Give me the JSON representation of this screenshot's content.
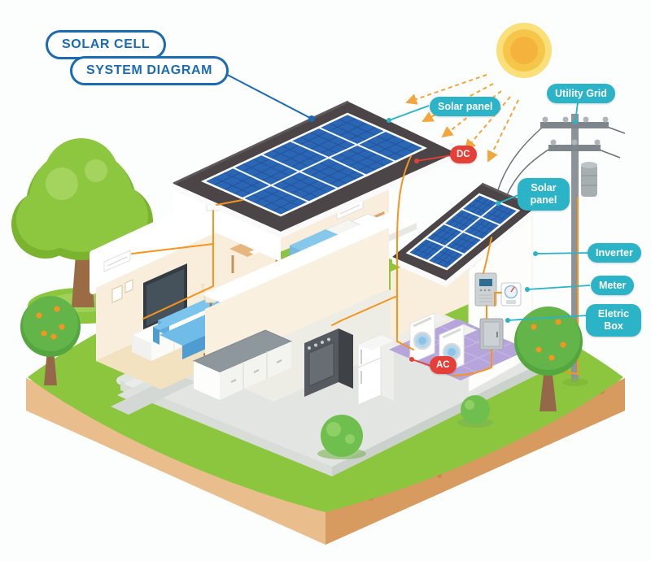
{
  "title": {
    "line1": "SOLAR CELL",
    "line2": "SYSTEM DIAGRAM"
  },
  "labels": {
    "solar_panel_top": "Solar panel",
    "dc": "DC",
    "utility_grid": "Utility Grid",
    "solar_panel_right": "Solar panel",
    "inverter": "Inverter",
    "meter": "Meter",
    "electric_box": "Eletric Box",
    "ac": "AC"
  },
  "palette": {
    "teal": "#2BB3C8",
    "red": "#E54038",
    "title_blue": "#1A6BB3",
    "roof": "#4B4547",
    "panel_blue": "#2B66B4",
    "grass": "#8CC63F",
    "earth_light": "#E9BE8C",
    "earth_dark": "#D79A5F",
    "wire_orange": "#F7941D",
    "sun_yellow": "#F6C64A",
    "laundry_floor_purple": "#B5A5DB"
  }
}
